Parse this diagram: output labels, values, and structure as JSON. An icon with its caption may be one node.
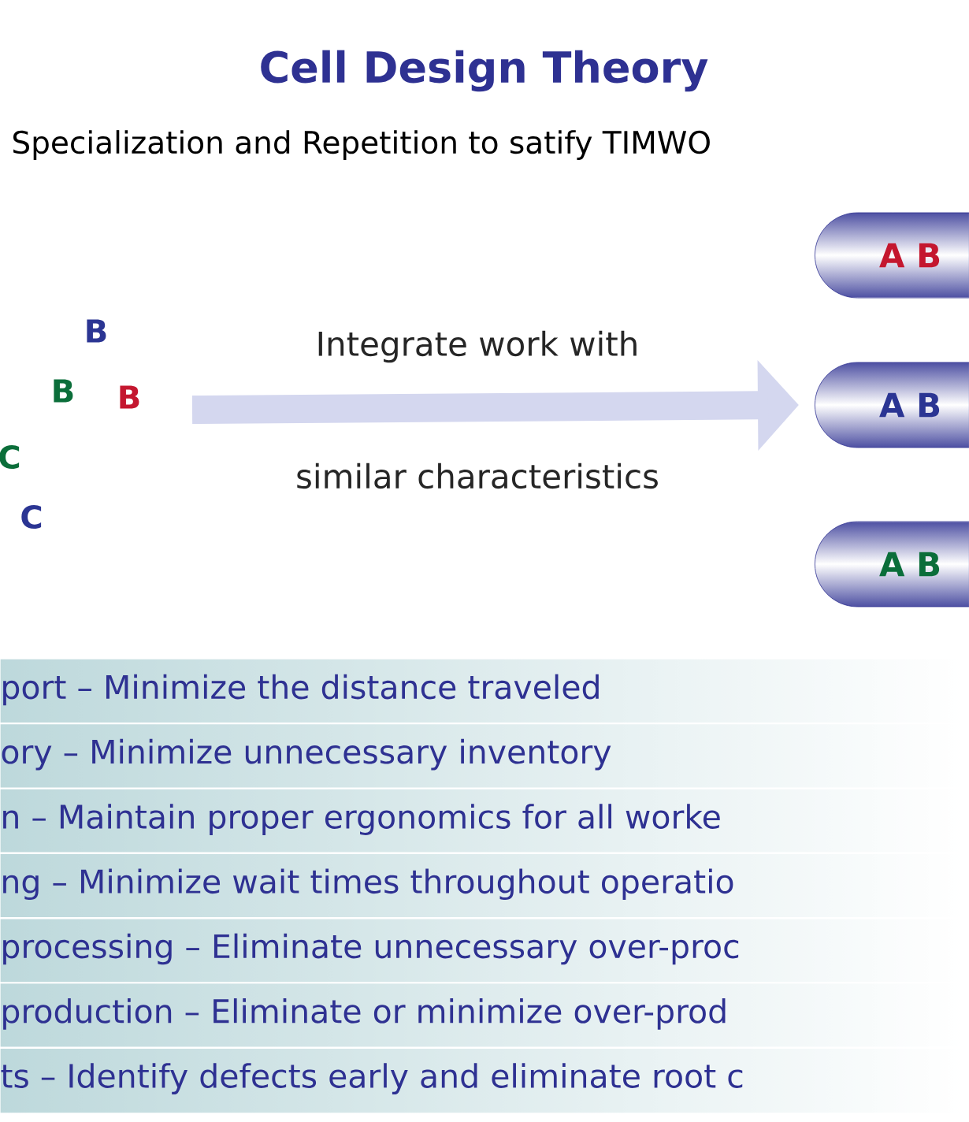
{
  "diagram": {
    "title": "Cell Design Theory",
    "nodes": [
      {
        "text": [
          "A B"
        ]
      },
      {
        "text": [
          "A B"
        ]
      },
      {
        "text": [
          "A B"
        ]
      },
      {
        "text": [
          "port – Minimize the distance traveled",
          "ory – Minimize unnecessary inventory",
          "n – Maintain proper ergonomics for all worke",
          "ng – Minimize wait times throughout operatio",
          "processing – Eliminate unnecessary over-proc",
          "production – Eliminate or minimize over-prod",
          "ts – Identify defects early and eliminate root c"
        ]
      }
    ],
    "edges": [
      {
        "from": null,
        "to": 1,
        "arrow": "to"
      }
    ],
    "labels": [
      "Specialization and Repetition to satify TIMWO",
      "B",
      "Integrate work with",
      "B",
      "B",
      "C",
      "similar characteristics",
      "C"
    ]
  }
}
